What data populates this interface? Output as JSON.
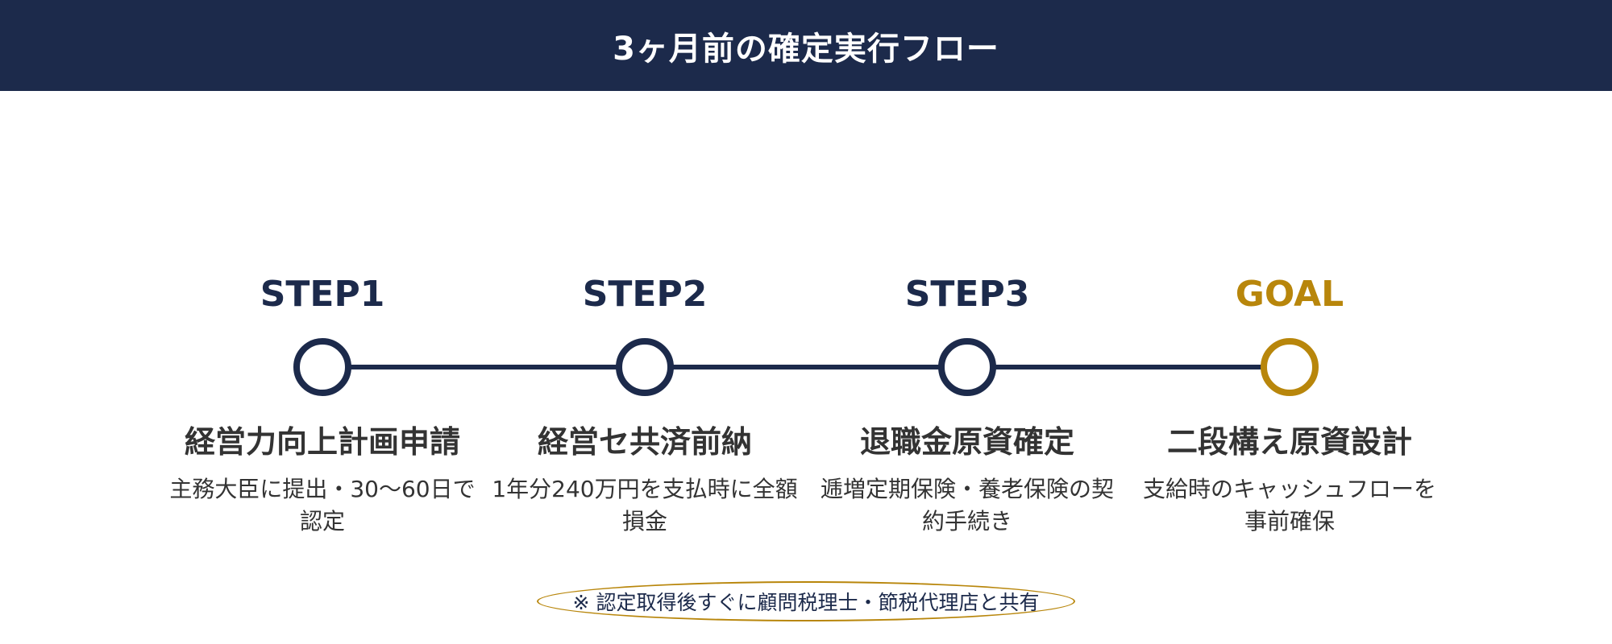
{
  "header": {
    "title": "3ヶ月前の確定実行フロー"
  },
  "steps": [
    {
      "label": "STEP1",
      "title": "経営力向上計画申請",
      "desc": "主務大臣に提出・30〜60日で認定"
    },
    {
      "label": "STEP2",
      "title": "経営セ共済前納",
      "desc": "1年分240万円を支払時に全額損金"
    },
    {
      "label": "STEP3",
      "title": "退職金原資確定",
      "desc": "逓増定期保険・養老保険の契約手続き"
    },
    {
      "label": "GOAL",
      "title": "二段構え原資設計",
      "desc": "支給時のキャッシュフローを事前確保"
    }
  ],
  "note": "※ 認定取得後すぐに顧問税理士・節税代理店と共有",
  "colors": {
    "navy": "#1c2a4b",
    "gold": "#b8860b",
    "text": "#333333"
  }
}
